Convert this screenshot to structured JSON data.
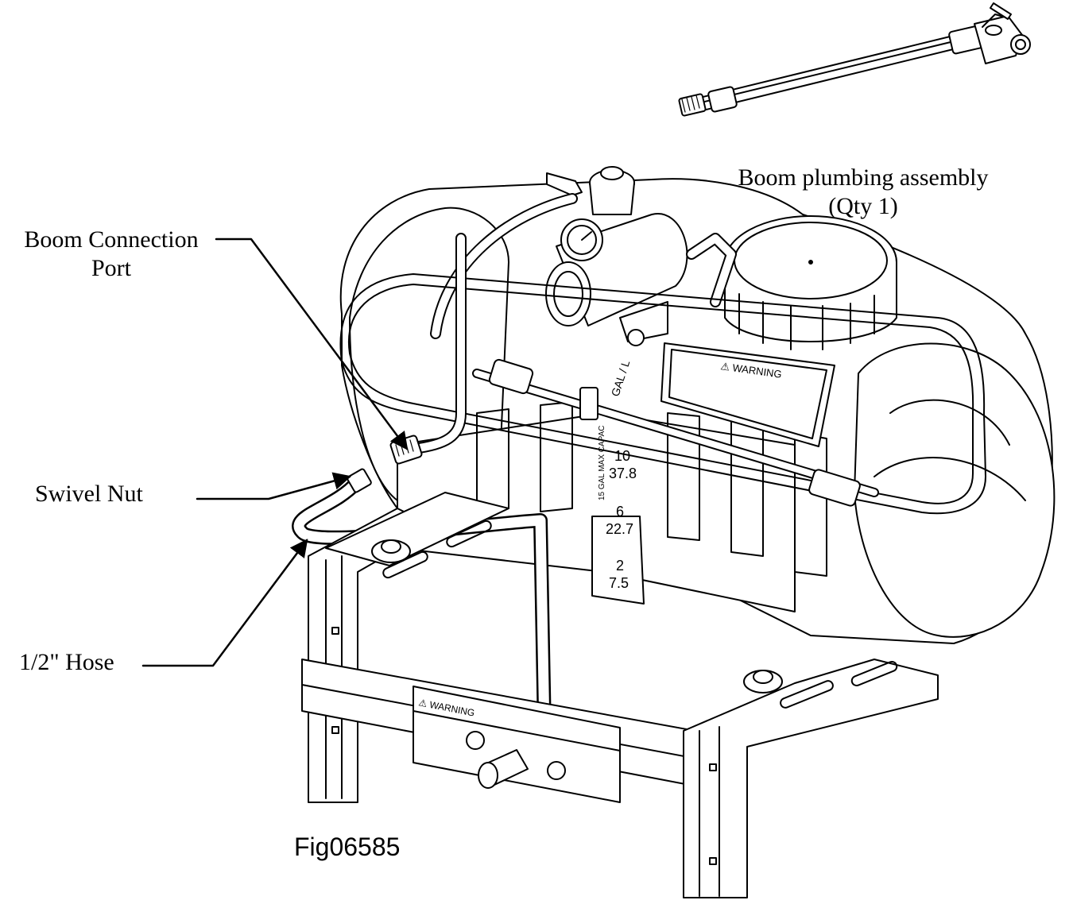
{
  "labels": {
    "boom_assembly_line1": "Boom plumbing assembly",
    "boom_assembly_line2": "(Qty 1)",
    "boom_port_line1": "Boom Connection",
    "boom_port_line2": "Port",
    "swivel_nut": "Swivel Nut",
    "hose": "1/2\" Hose",
    "figure_id": "Fig06585"
  },
  "tank_markings": {
    "warning_decal": "⚠ WARNING",
    "gal_l": "GAL / L",
    "cap_10": "10",
    "cap_37_8": "37.8",
    "cap_6": "6",
    "cap_22_7": "22.7",
    "cap_2": "2",
    "cap_7_5": "7.5",
    "vertical_note": "15 GAL MAX CAPAC"
  },
  "colors": {
    "line": "#000000",
    "fill": "#ffffff",
    "shade": "#f2f2f2"
  }
}
